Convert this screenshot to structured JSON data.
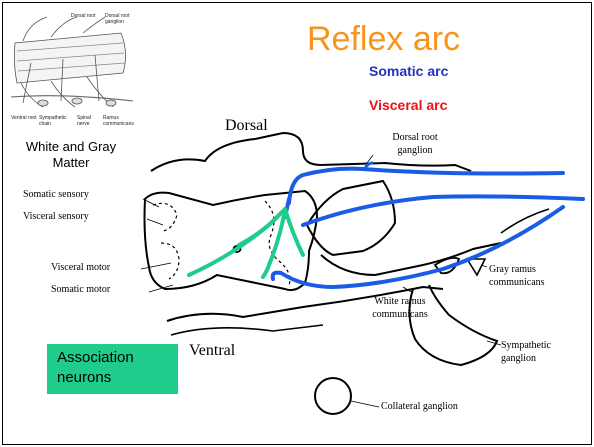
{
  "title": "Reflex arc",
  "legend": {
    "somatic": "Somatic arc",
    "visceral": "Visceral arc"
  },
  "inset": {
    "caption": "White and Gray Matter",
    "labels": {
      "dorsal_root": "Dorsal root",
      "dorsal_root_ganglion": "Dorsal root ganglion",
      "ventral_root": "Ventral root",
      "sympathetic_chain": "Sympathetic chain",
      "spinal_nerve": "Spinal nerve",
      "ramus_communicans": "Ramus communicans"
    }
  },
  "orientation": {
    "dorsal": "Dorsal",
    "ventral": "Ventral"
  },
  "labels": {
    "somatic_sensory": "Somatic sensory",
    "visceral_sensory": "Visceral sensory",
    "visceral_motor": "Visceral motor",
    "somatic_motor": "Somatic motor",
    "dorsal_root_ganglion": "Dorsal root ganglion",
    "gray_ramus": "Gray ramus communicans",
    "white_ramus": "White ramus communicans",
    "sympathetic_ganglion": "Sympathetic ganglion",
    "collateral_ganglion": "Collateral ganglion"
  },
  "association_box": {
    "label": "Association neurons"
  },
  "colors": {
    "title": "#f7941d",
    "somatic": "#2233bb",
    "visceral": "#ee1111",
    "nerve_blue": "#1a5ce6",
    "association": "#1fcc8c"
  }
}
